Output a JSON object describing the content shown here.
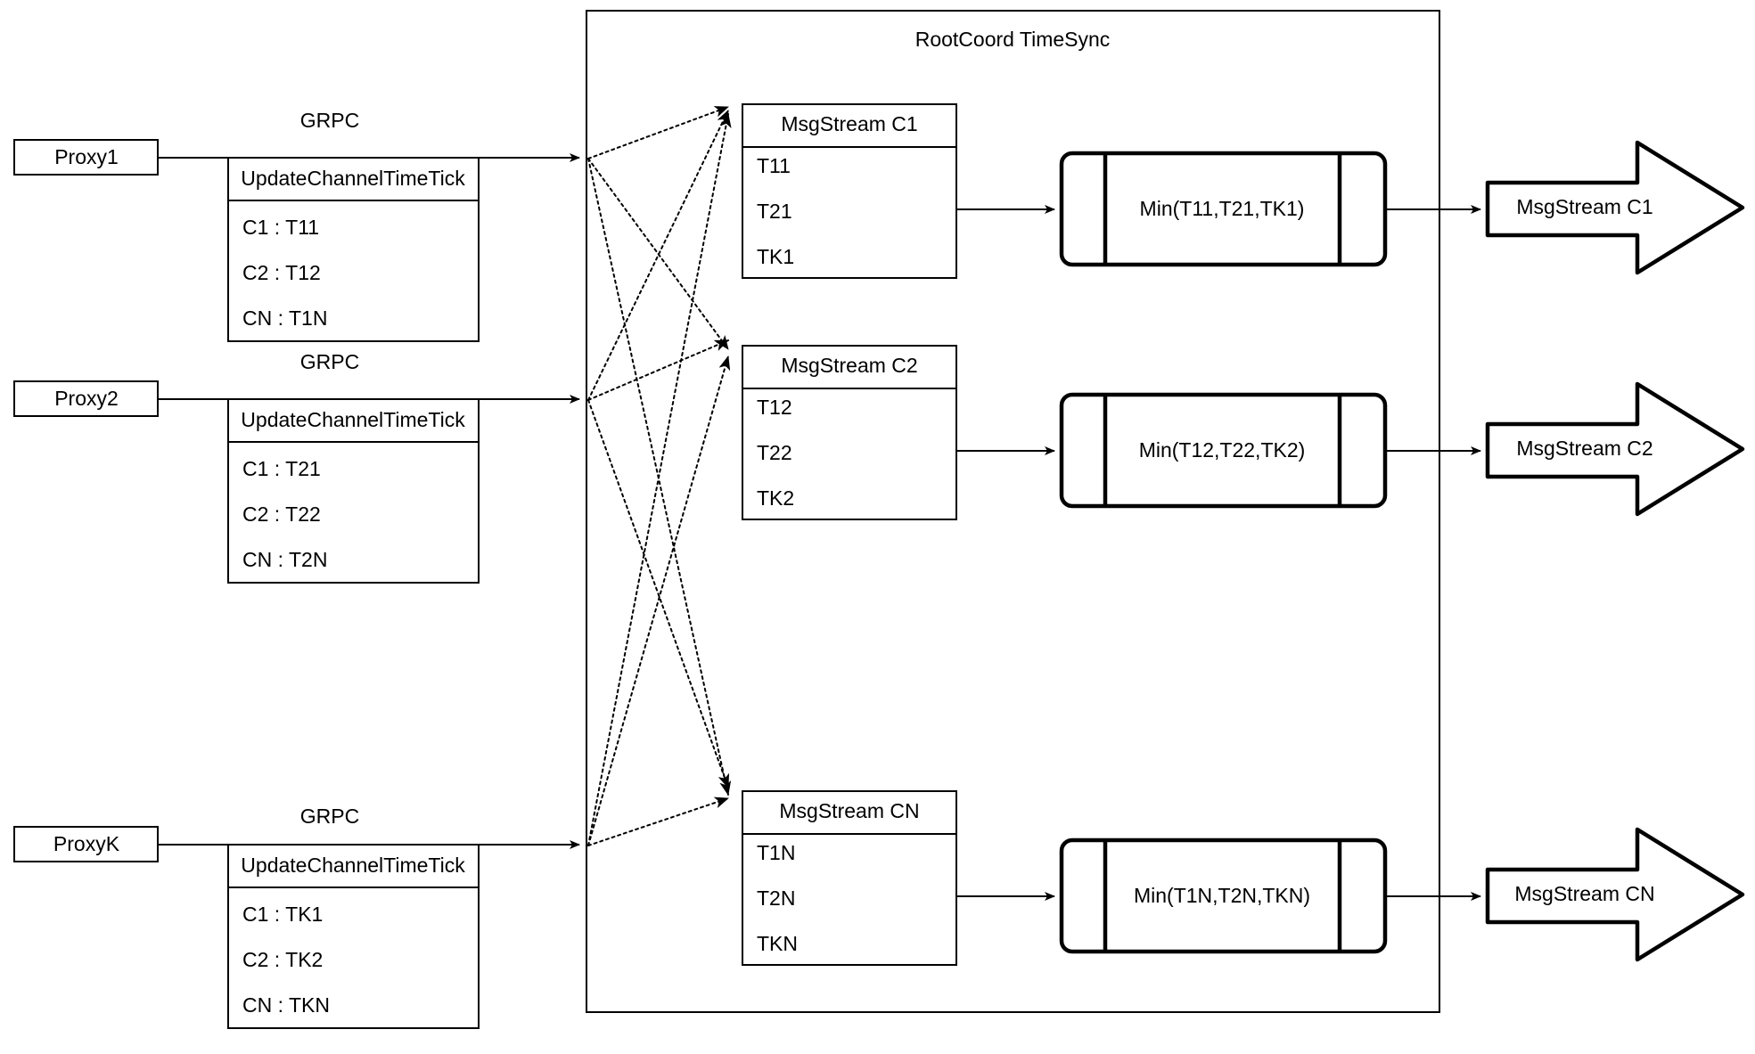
{
  "diagram": {
    "title": "RootCoord TimeSync",
    "background": "#ffffff",
    "line_color": "#000000"
  },
  "proxies": [
    {
      "name": "Proxy1",
      "link_label": "GRPC",
      "message": {
        "header": "UpdateChannelTimeTick",
        "rows": [
          "C1 :  T11",
          "C2 :  T12",
          "CN : T1N"
        ]
      }
    },
    {
      "name": "Proxy2",
      "link_label": "GRPC",
      "message": {
        "header": "UpdateChannelTimeTick",
        "rows": [
          "C1 :  T21",
          "C2 :  T22",
          "CN : T2N"
        ]
      }
    },
    {
      "name": "ProxyK",
      "link_label": "GRPC",
      "message": {
        "header": "UpdateChannelTimeTick",
        "rows": [
          "C1 :  TK1",
          "C2 :  TK2",
          "CN : TKN"
        ]
      }
    }
  ],
  "channels": [
    {
      "stream": {
        "header": "MsgStream C1",
        "rows": [
          "T11",
          "T21",
          "TK1"
        ]
      },
      "min_label": "Min(T11,T21,TK1)",
      "output_label": "MsgStream C1"
    },
    {
      "stream": {
        "header": "MsgStream C2",
        "rows": [
          "T12",
          "T22",
          "TK2"
        ]
      },
      "min_label": "Min(T12,T22,TK2)",
      "output_label": "MsgStream C2"
    },
    {
      "stream": {
        "header": "MsgStream CN",
        "rows": [
          "T1N",
          "T2N",
          "TKN"
        ]
      },
      "min_label": "Min(T1N,T2N,TKN)",
      "output_label": "MsgStream CN"
    }
  ]
}
